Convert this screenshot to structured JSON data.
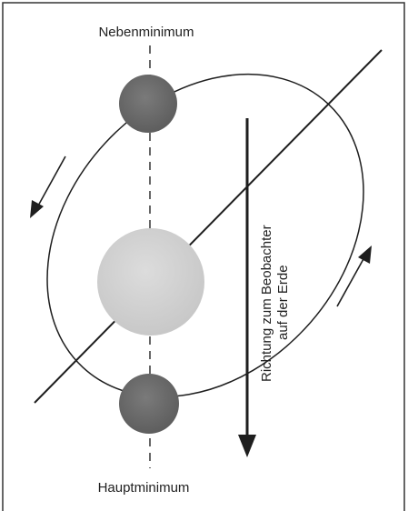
{
  "labels": {
    "top": "Nebenminimum",
    "bottom": "Hauptminimum",
    "direction_line1": "Richtung zum Beobachter",
    "direction_line2": "auf der Erde"
  },
  "colors": {
    "background": "#ffffff",
    "frame": "#333333",
    "dark_star": "#6e6e6e",
    "light_star": "#d2d2d2",
    "lines": "#1e1e1e"
  }
}
